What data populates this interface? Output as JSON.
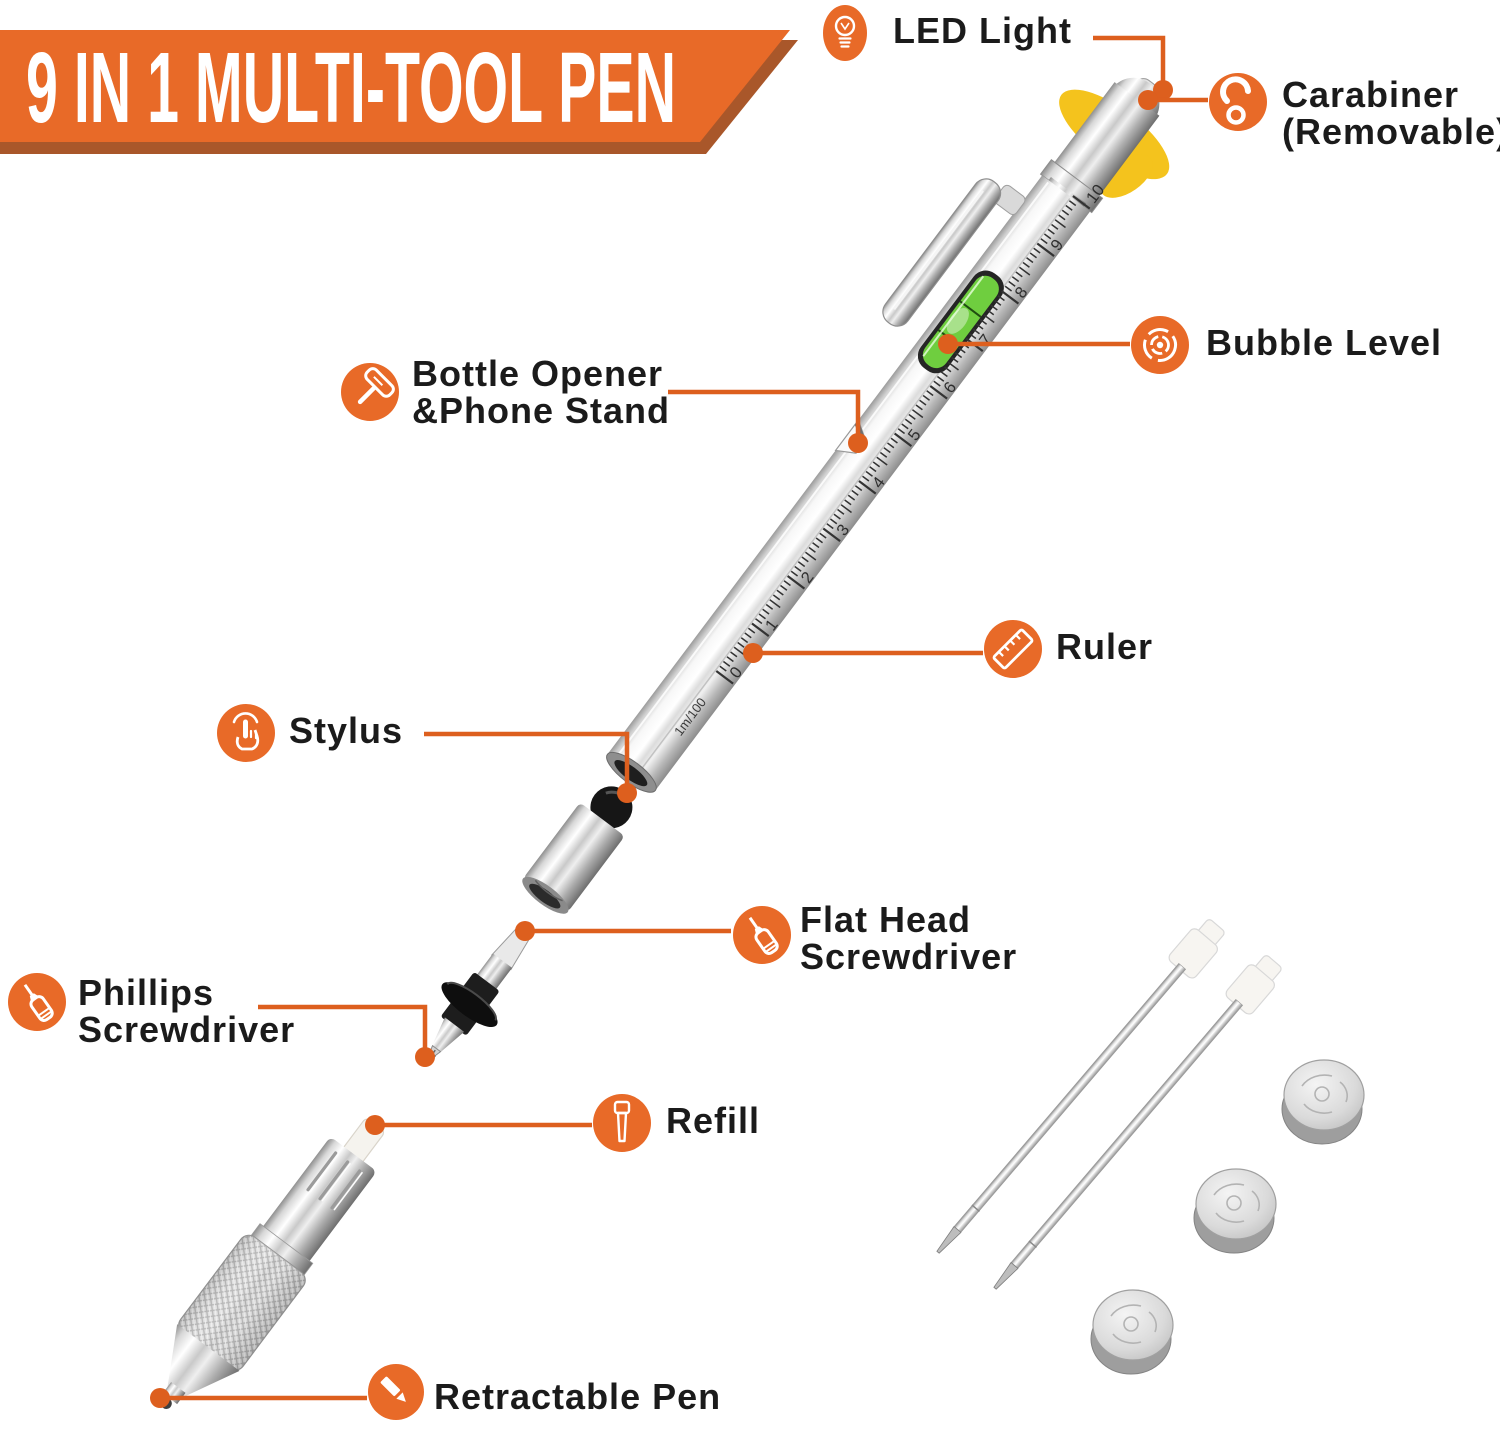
{
  "banner": {
    "title": "9 IN 1 MULTI-TOOL PEN"
  },
  "labels": {
    "led": {
      "text": "LED Light"
    },
    "carabiner": {
      "line1": "Carabiner",
      "line2": "(Removable)"
    },
    "bubble_level": {
      "text": "Bubble Level"
    },
    "bottle_opener": {
      "line1": "Bottle Opener",
      "line2": "&Phone Stand"
    },
    "ruler": {
      "text": "Ruler"
    },
    "stylus": {
      "text": "Stylus"
    },
    "flat_head": {
      "line1": "Flat Head",
      "line2": "Screwdriver"
    },
    "phillips": {
      "line1": "Phillips",
      "line2": "Screwdriver"
    },
    "refill": {
      "text": "Refill"
    },
    "retractable_pen": {
      "text": "Retractable Pen"
    }
  },
  "ruler_scale": {
    "numbers": [
      "0",
      "1",
      "2",
      "3",
      "4",
      "5",
      "6",
      "7",
      "8",
      "9",
      "10"
    ],
    "unit_label": "1m/100",
    "minor_per_unit": 10
  },
  "colors": {
    "accent": "#E86A28",
    "accent_dark": "#A9572A",
    "leader": "#DD5F1E",
    "text": "#1B1B1B",
    "level_green": "#6FCE3F",
    "rubber_yellow": "#F4C31D"
  }
}
